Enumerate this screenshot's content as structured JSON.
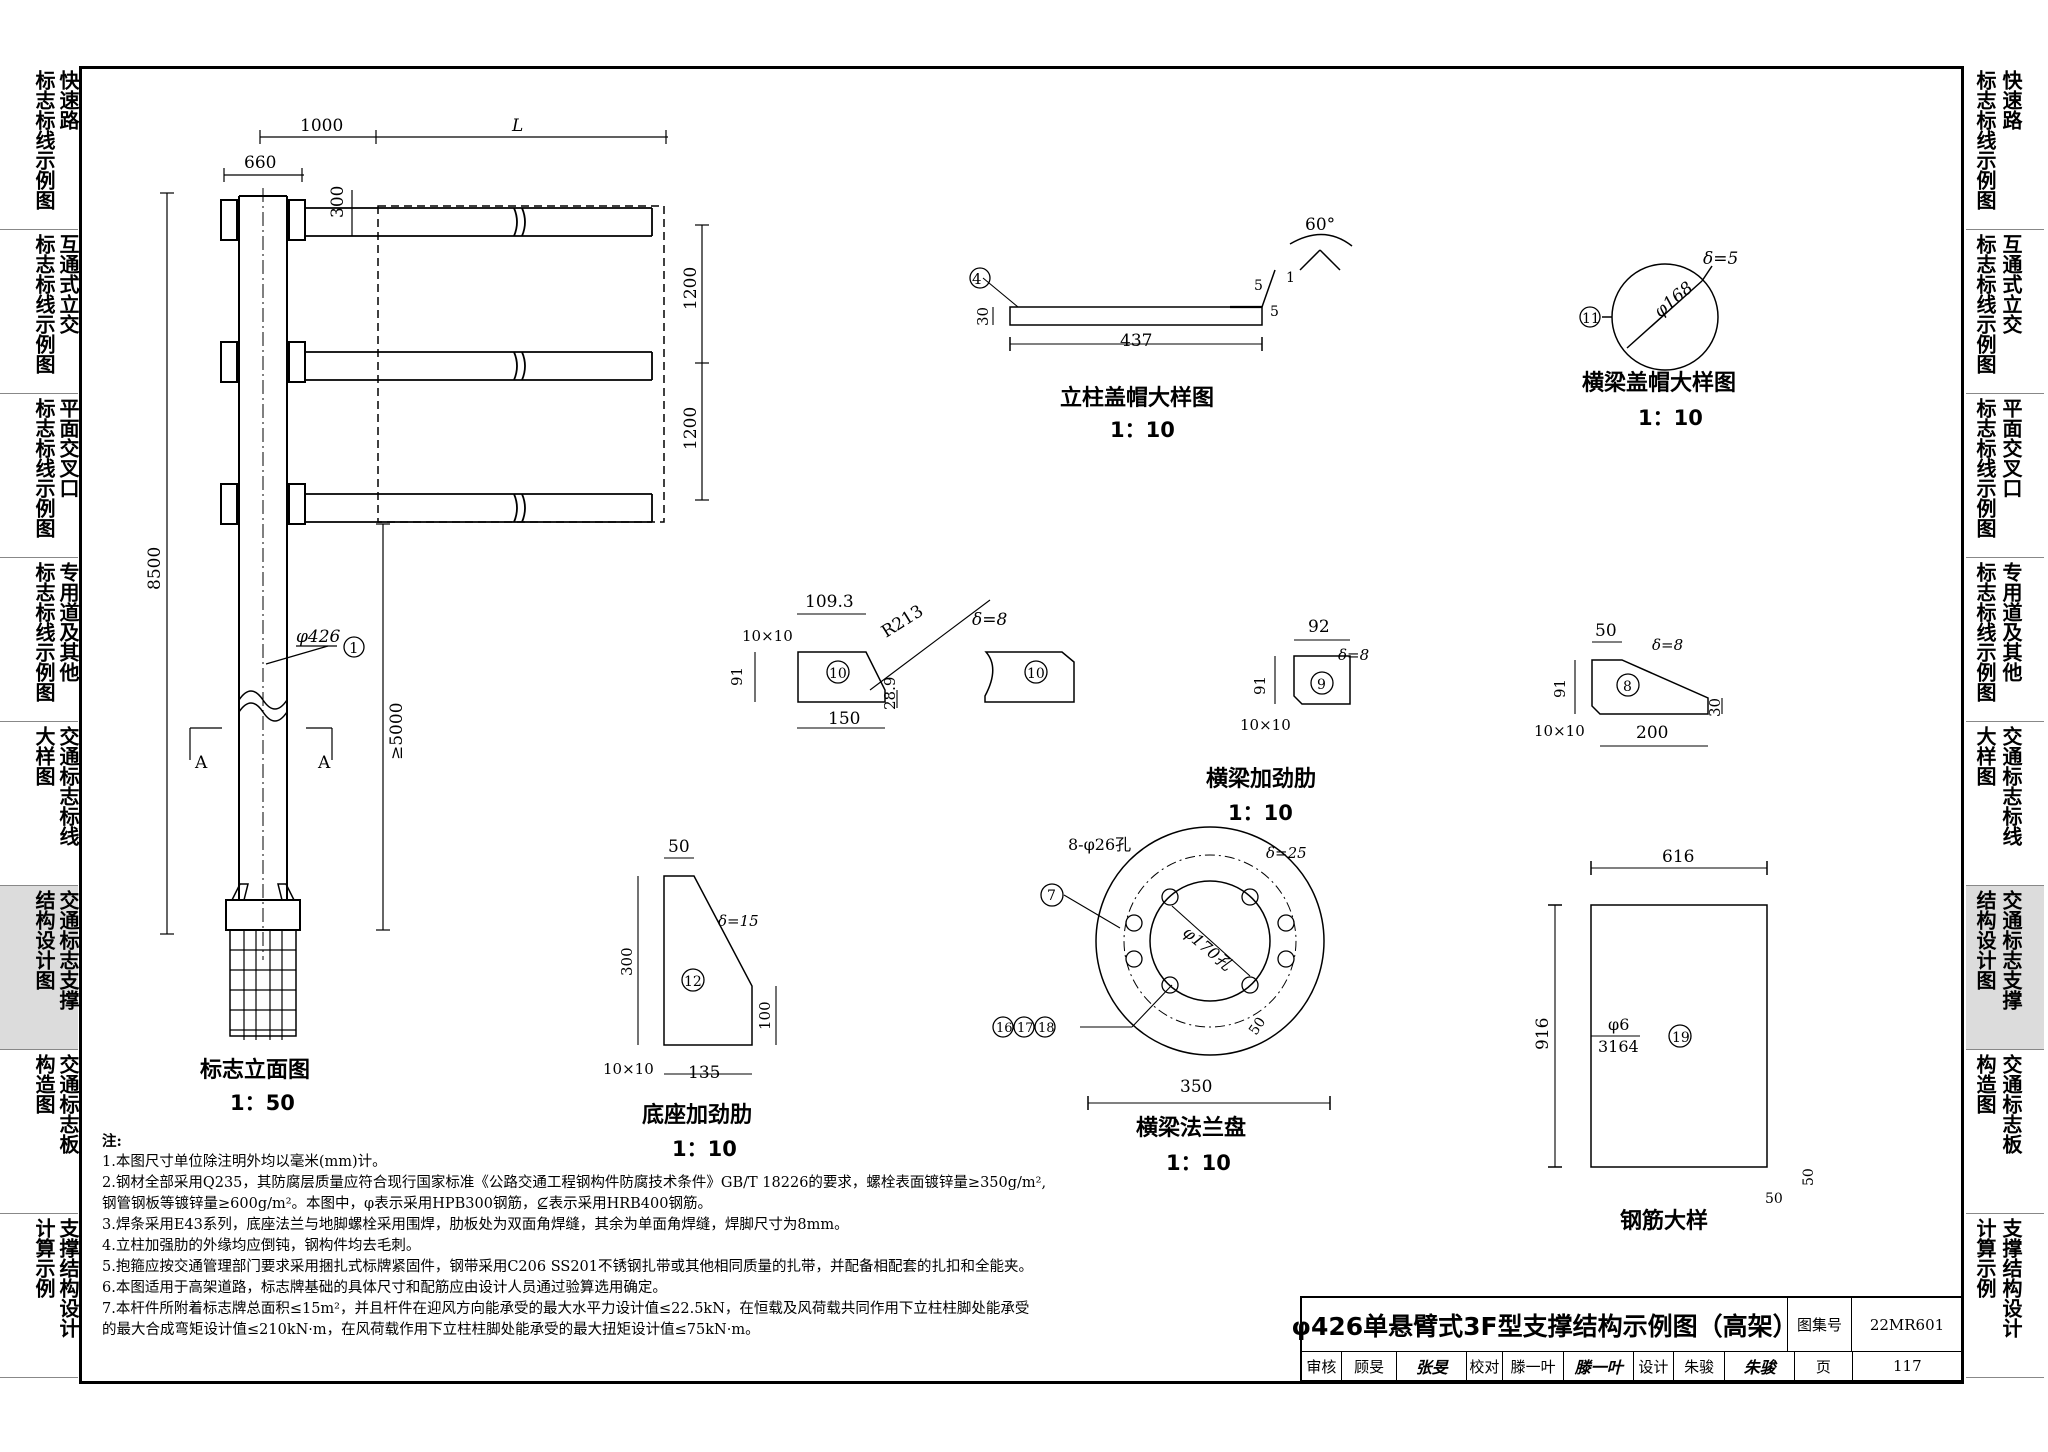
{
  "left_sidebar": [
    {
      "col1": "标志标线示例图",
      "col2": "快速路"
    },
    {
      "col1": "标志标线示例图",
      "col2": "互通式立交"
    },
    {
      "col1": "标志标线示例图",
      "col2": "平面交叉口"
    },
    {
      "col1": "标志标线示例图",
      "col2": "专用道及其他"
    },
    {
      "col1": "大样图",
      "col2": "交通标志标线"
    },
    {
      "col1": "结构设计图",
      "col2": "交通标志支撑",
      "active": true
    },
    {
      "col1": "构造图",
      "col2": "交通标志板"
    },
    {
      "col1": "计算示例",
      "col2": "支撑结构设计"
    }
  ],
  "right_sidebar": [
    {
      "col1": "标志标线示例图",
      "col2": "快速路"
    },
    {
      "col1": "标志标线示例图",
      "col2": "互通式立交"
    },
    {
      "col1": "标志标线示例图",
      "col2": "平面交叉口"
    },
    {
      "col1": "标志标线示例图",
      "col2": "专用道及其他"
    },
    {
      "col1": "大样图",
      "col2": "交通标志标线"
    },
    {
      "col1": "结构设计图",
      "col2": "交通标志支撑",
      "active": true
    },
    {
      "col1": "构造图",
      "col2": "交通标志板"
    },
    {
      "col1": "计算示例",
      "col2": "支撑结构设计"
    }
  ],
  "elevation": {
    "title": "标志立面图",
    "scale": "1：50",
    "dims": {
      "d1000": "1000",
      "dL": "L",
      "d660": "660",
      "d300": "300",
      "d1200a": "1200",
      "d1200b": "1200",
      "d8500": "8500",
      "d5000": "≥5000"
    },
    "pipe_label": "φ426",
    "pipe_no": "1",
    "section_a": "A"
  },
  "column_cap": {
    "title": "立柱盖帽大样图",
    "scale": "1：10",
    "no": "4",
    "angle": "60°",
    "d5a": "5",
    "d5b": "5",
    "d1": "1",
    "d30": "30",
    "d437": "437"
  },
  "beam_cap": {
    "title": "横梁盖帽大样图",
    "scale": "1：10",
    "no": "11",
    "delta": "δ=5",
    "dia": "φ168"
  },
  "stiff10": {
    "no": "10",
    "d1093": "109.3",
    "r": "R213",
    "d10x10": "10×10",
    "d91": "91",
    "d289": "28.9",
    "d150": "150",
    "delta": "δ=8"
  },
  "stiff9": {
    "no": "9",
    "d92": "92",
    "delta": "δ=8",
    "d91": "91",
    "d10x10": "10×10"
  },
  "stiff8": {
    "no": "8",
    "d50": "50",
    "delta": "δ=8",
    "d91": "91",
    "d30": "30",
    "d10x10": "10×10",
    "d200": "200"
  },
  "beam_stiff_title": {
    "title": "横梁加劲肋",
    "scale": "1：10"
  },
  "base_stiff": {
    "title": "底座加劲肋",
    "scale": "1：10",
    "no": "12",
    "d50": "50",
    "delta": "δ=15",
    "d300": "300",
    "d100": "100",
    "d10x10": "10×10",
    "d135": "135"
  },
  "flange": {
    "title": "横梁法兰盘",
    "scale": "1：10",
    "no": "7",
    "holes": "8-φ26孔",
    "delta": "δ=25",
    "center": "φ170孔",
    "nos": [
      "16",
      "17",
      "18"
    ],
    "d50": "50",
    "d350": "350"
  },
  "rebar": {
    "title": "钢筋大样",
    "d616": "616",
    "d916": "916",
    "bar": "φ6",
    "len": "3164",
    "no": "19",
    "d50a": "50",
    "d50b": "50"
  },
  "notes": {
    "label": "注:",
    "items": [
      "1.本图尺寸单位除注明外均以毫米(mm)计。",
      "2.钢材全部采用Q235，其防腐层质量应符合现行国家标准《公路交通工程钢构件防腐技术条件》GB/T 18226的要求，螺栓表面镀锌量≥350g/m²,",
      "   钢管钢板等镀锌量≥600g/m²。本图中，φ表示采用HPB300钢筋，⊈表示采用HRB400钢筋。",
      "3.焊条采用E43系列，底座法兰与地脚螺栓采用围焊，肋板处为双面角焊缝，其余为单面角焊缝，焊脚尺寸为8mm。",
      "4.立柱加强肋的外缘均应倒钝，钢构件均去毛刺。",
      "5.抱箍应按交通管理部门要求采用捆扎式标牌紧固件，钢带采用C206 SS201不锈钢扎带或其他相同质量的扎带，并配备相配套的扎扣和全能夹。",
      "6.本图适用于高架道路，标志牌基础的具体尺寸和配筋应由设计人员通过验算选用确定。",
      "7.本杆件所附着标志牌总面积≤15m²，并且杆件在迎风方向能承受的最大水平力设计值≤22.5kN，在恒载及风荷载共同作用下立柱柱脚处能承受",
      "   的最大合成弯矩设计值≤210kN·m，在风荷载作用下立柱柱脚处能承受的最大扭矩设计值≤75kN·m。"
    ]
  },
  "title_block": {
    "title": "φ426单悬臂式3F型支撑结构示例图（高架）",
    "atlas_label": "图集号",
    "atlas_no": "22MR601",
    "review_label": "审核",
    "reviewer": "顾旻",
    "review_sig": "张旻",
    "check_label": "校对",
    "checker": "滕一叶",
    "check_sig": "滕一叶",
    "design_label": "设计",
    "designer": "朱骏",
    "design_sig": "朱骏",
    "page_label": "页",
    "page_no": "117"
  }
}
